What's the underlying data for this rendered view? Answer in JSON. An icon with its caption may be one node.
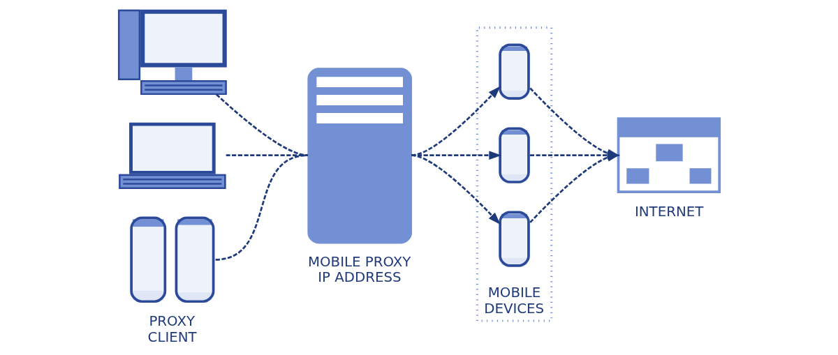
{
  "diagram": {
    "nodes": [
      {
        "text": [],
        "shape": "picture"
      },
      {
        "text": [],
        "shape": "picture"
      },
      {
        "text": [],
        "shape": "picture",
        "beside": [
          "PROXY CLIENT"
        ]
      },
      {
        "text": [
          "MOBILE PROXY IP ADDRESS"
        ]
      },
      {
        "text": [
          "MOBILE DEVICES"
        ]
      },
      {
        "text": [],
        "shape": "picture",
        "in": 4
      },
      {
        "text": [],
        "shape": "picture",
        "in": 4
      },
      {
        "text": [],
        "shape": "picture",
        "in": 4
      },
      {
        "text": [
          "INTERNET"
        ]
      }
    ],
    "edges": [
      {
        "from": 0,
        "to": 3,
        "arrow": "none",
        "style": "dashed"
      },
      {
        "from": 1,
        "to": 3,
        "arrow": "none",
        "style": "dashed"
      },
      {
        "from": 2,
        "to": 3,
        "arrow": "none",
        "style": "dashed"
      },
      {
        "from": 3,
        "to": 5,
        "arrow": "to",
        "style": "dashed"
      },
      {
        "from": 3,
        "to": 6,
        "arrow": "to",
        "style": "dashed"
      },
      {
        "from": 3,
        "to": 7,
        "arrow": "to",
        "style": "dashed"
      },
      {
        "from": 5,
        "to": 8,
        "arrow": "to",
        "style": "dashed"
      },
      {
        "from": 6,
        "to": 8,
        "arrow": "to",
        "style": "dashed"
      },
      {
        "from": 7,
        "to": 8,
        "arrow": "to",
        "style": "dashed"
      }
    ]
  }
}
